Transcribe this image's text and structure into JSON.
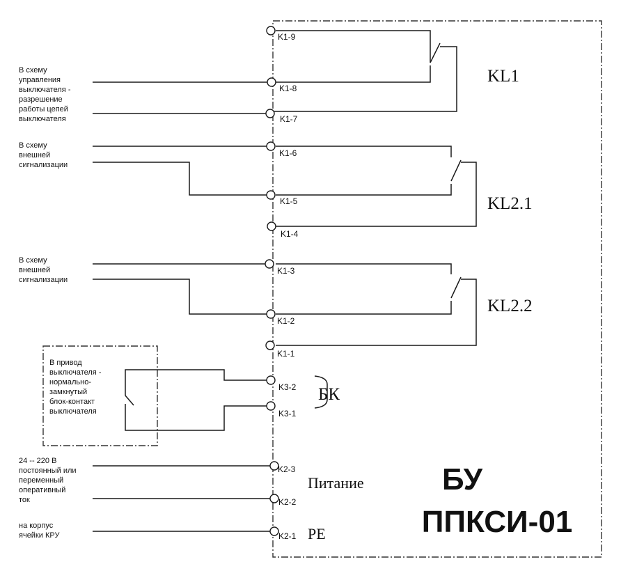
{
  "terminals": {
    "k1_9": "K1-9",
    "k1_8": "K1-8",
    "k1_7": "K1-7",
    "k1_6": "K1-6",
    "k1_5": "K1-5",
    "k1_4": "K1-4",
    "k1_3": "K1-3",
    "k1_2": "K1-2",
    "k1_1": "K1-1",
    "k3_2": "K3-2",
    "k3_1": "K3-1",
    "k2_3": "K2-3",
    "k2_2": "K2-2",
    "k2_1": "K2-1"
  },
  "relays": {
    "kl1": "KL1",
    "kl2_1": "KL2.1",
    "kl2_2": "KL2.2",
    "bk": "БК",
    "power": "Питание",
    "pe": "PE"
  },
  "notes": {
    "control": [
      "В схему",
      "управления",
      "выключателя -",
      "разрешение",
      "работы цепей",
      "выключателя"
    ],
    "signal1": [
      "В схему",
      "внешней",
      "сигнализации"
    ],
    "signal2": [
      "В схему",
      "внешней",
      "сигнализации"
    ],
    "drive": [
      "В привод",
      "выключателя -",
      "нормально-",
      "замкнутый",
      "блок-контакт",
      "выключателя"
    ],
    "power": [
      "24  --  220 В",
      "постоянный или",
      "переменный",
      "оперативный",
      "ток"
    ],
    "housing": [
      "на корпус",
      "ячейки КРУ"
    ]
  },
  "device": {
    "line1": "БУ",
    "line2": "ППКСИ-01"
  }
}
